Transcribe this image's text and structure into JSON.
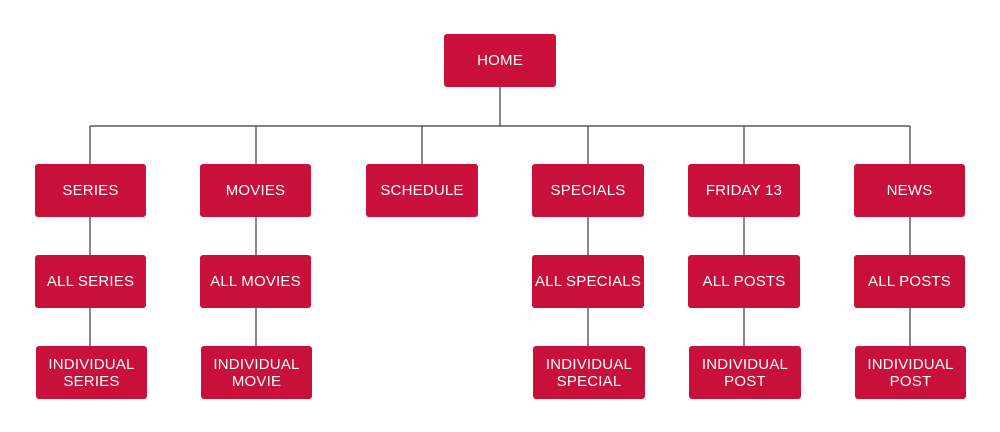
{
  "sitemap": {
    "home": "HOME",
    "series": "SERIES",
    "movies": "MOVIES",
    "schedule": "SCHEDULE",
    "specials": "SPECIALS",
    "friday13": "FRIDAY 13",
    "news": "NEWS",
    "all_series": "ALL SERIES",
    "all_movies": "ALL MOVIES",
    "all_specials": "ALL SPECIALS",
    "friday_all_posts": "ALL POSTS",
    "news_all_posts": "ALL POSTS",
    "individual_series": [
      "INDIVIDUAL",
      "SERIES"
    ],
    "individual_movie": [
      "INDIVIDUAL",
      "MOVIE"
    ],
    "individual_special": [
      "INDIVIDUAL",
      "SPECIAL"
    ],
    "friday_individual_post": [
      "INDIVIDUAL",
      "POST"
    ],
    "news_individual_post": [
      "INDIVIDUAL",
      "POST"
    ]
  },
  "colors": {
    "node_fill": "#c8103a",
    "node_text": "#ffffff",
    "connector": "#3a3a3a"
  }
}
